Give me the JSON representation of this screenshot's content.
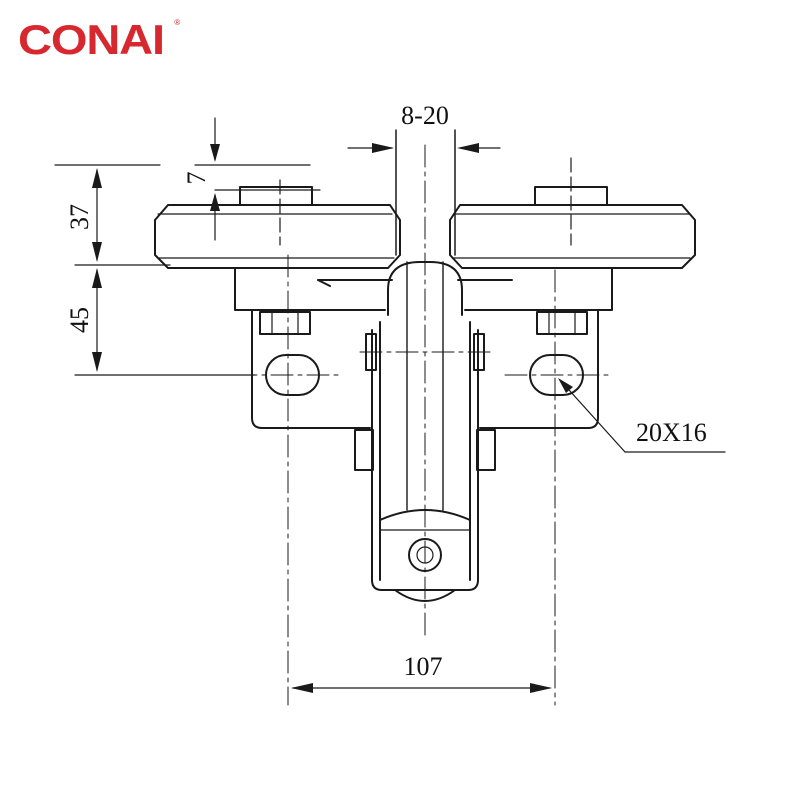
{
  "logo": {
    "text": "CONAI",
    "registered": "®",
    "color": "#d7282f"
  },
  "dimensions": {
    "gap": "8-20",
    "wheel_height": "37",
    "top_offset": "7",
    "bracket_height": "45",
    "slot": "20X16",
    "hole_spacing": "107"
  },
  "colors": {
    "line": "#1a1a1a",
    "background": "#ffffff"
  }
}
